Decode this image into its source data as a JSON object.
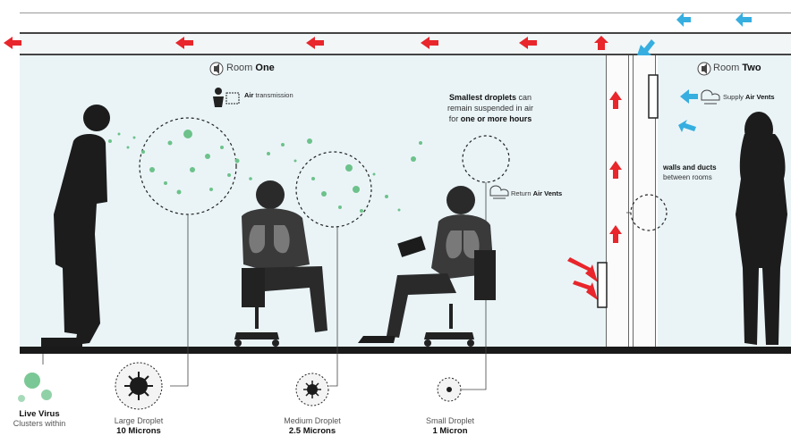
{
  "room_one": {
    "title_prefix": "Room",
    "title_bold": "One",
    "transmission_prefix": "",
    "transmission_bold": "Air",
    "transmission_suffix": "transmission"
  },
  "room_two": {
    "title_prefix": "Room",
    "title_bold": "Two",
    "supply_prefix": "Supply",
    "supply_bold": "Air Vents"
  },
  "droplets_note": {
    "bold_line": "Smallest droplets",
    "line1_rest": "can",
    "line2": "remain suspended in air",
    "line3_prefix": "for",
    "line3_bold": "one or more hours"
  },
  "return_vents": {
    "prefix": "Return",
    "bold": "Air Vents"
  },
  "walls_note": {
    "bold": "walls and ducts",
    "rest": "between rooms"
  },
  "captions": [
    {
      "id": "live-virus",
      "line1": "Live Virus",
      "line2": "Clusters within"
    },
    {
      "id": "large",
      "line1": "Large Droplet",
      "line2": "10 Microns"
    },
    {
      "id": "medium",
      "line1": "Medium Droplet",
      "line2": "2.5 Microns"
    },
    {
      "id": "small",
      "line1": "Small Droplet",
      "line2": "1 Micron"
    }
  ],
  "colors": {
    "arrow_red": "#e8262b",
    "arrow_blue": "#36aee0",
    "particle_green": "#6cc28a",
    "silhouette": "#1c1c1c",
    "room_fill": "#eaf4f7"
  },
  "icons": [
    "speaker-icon",
    "person-transmission-icon",
    "vent-icon",
    "supply-vent-icon",
    "virus-icon"
  ]
}
